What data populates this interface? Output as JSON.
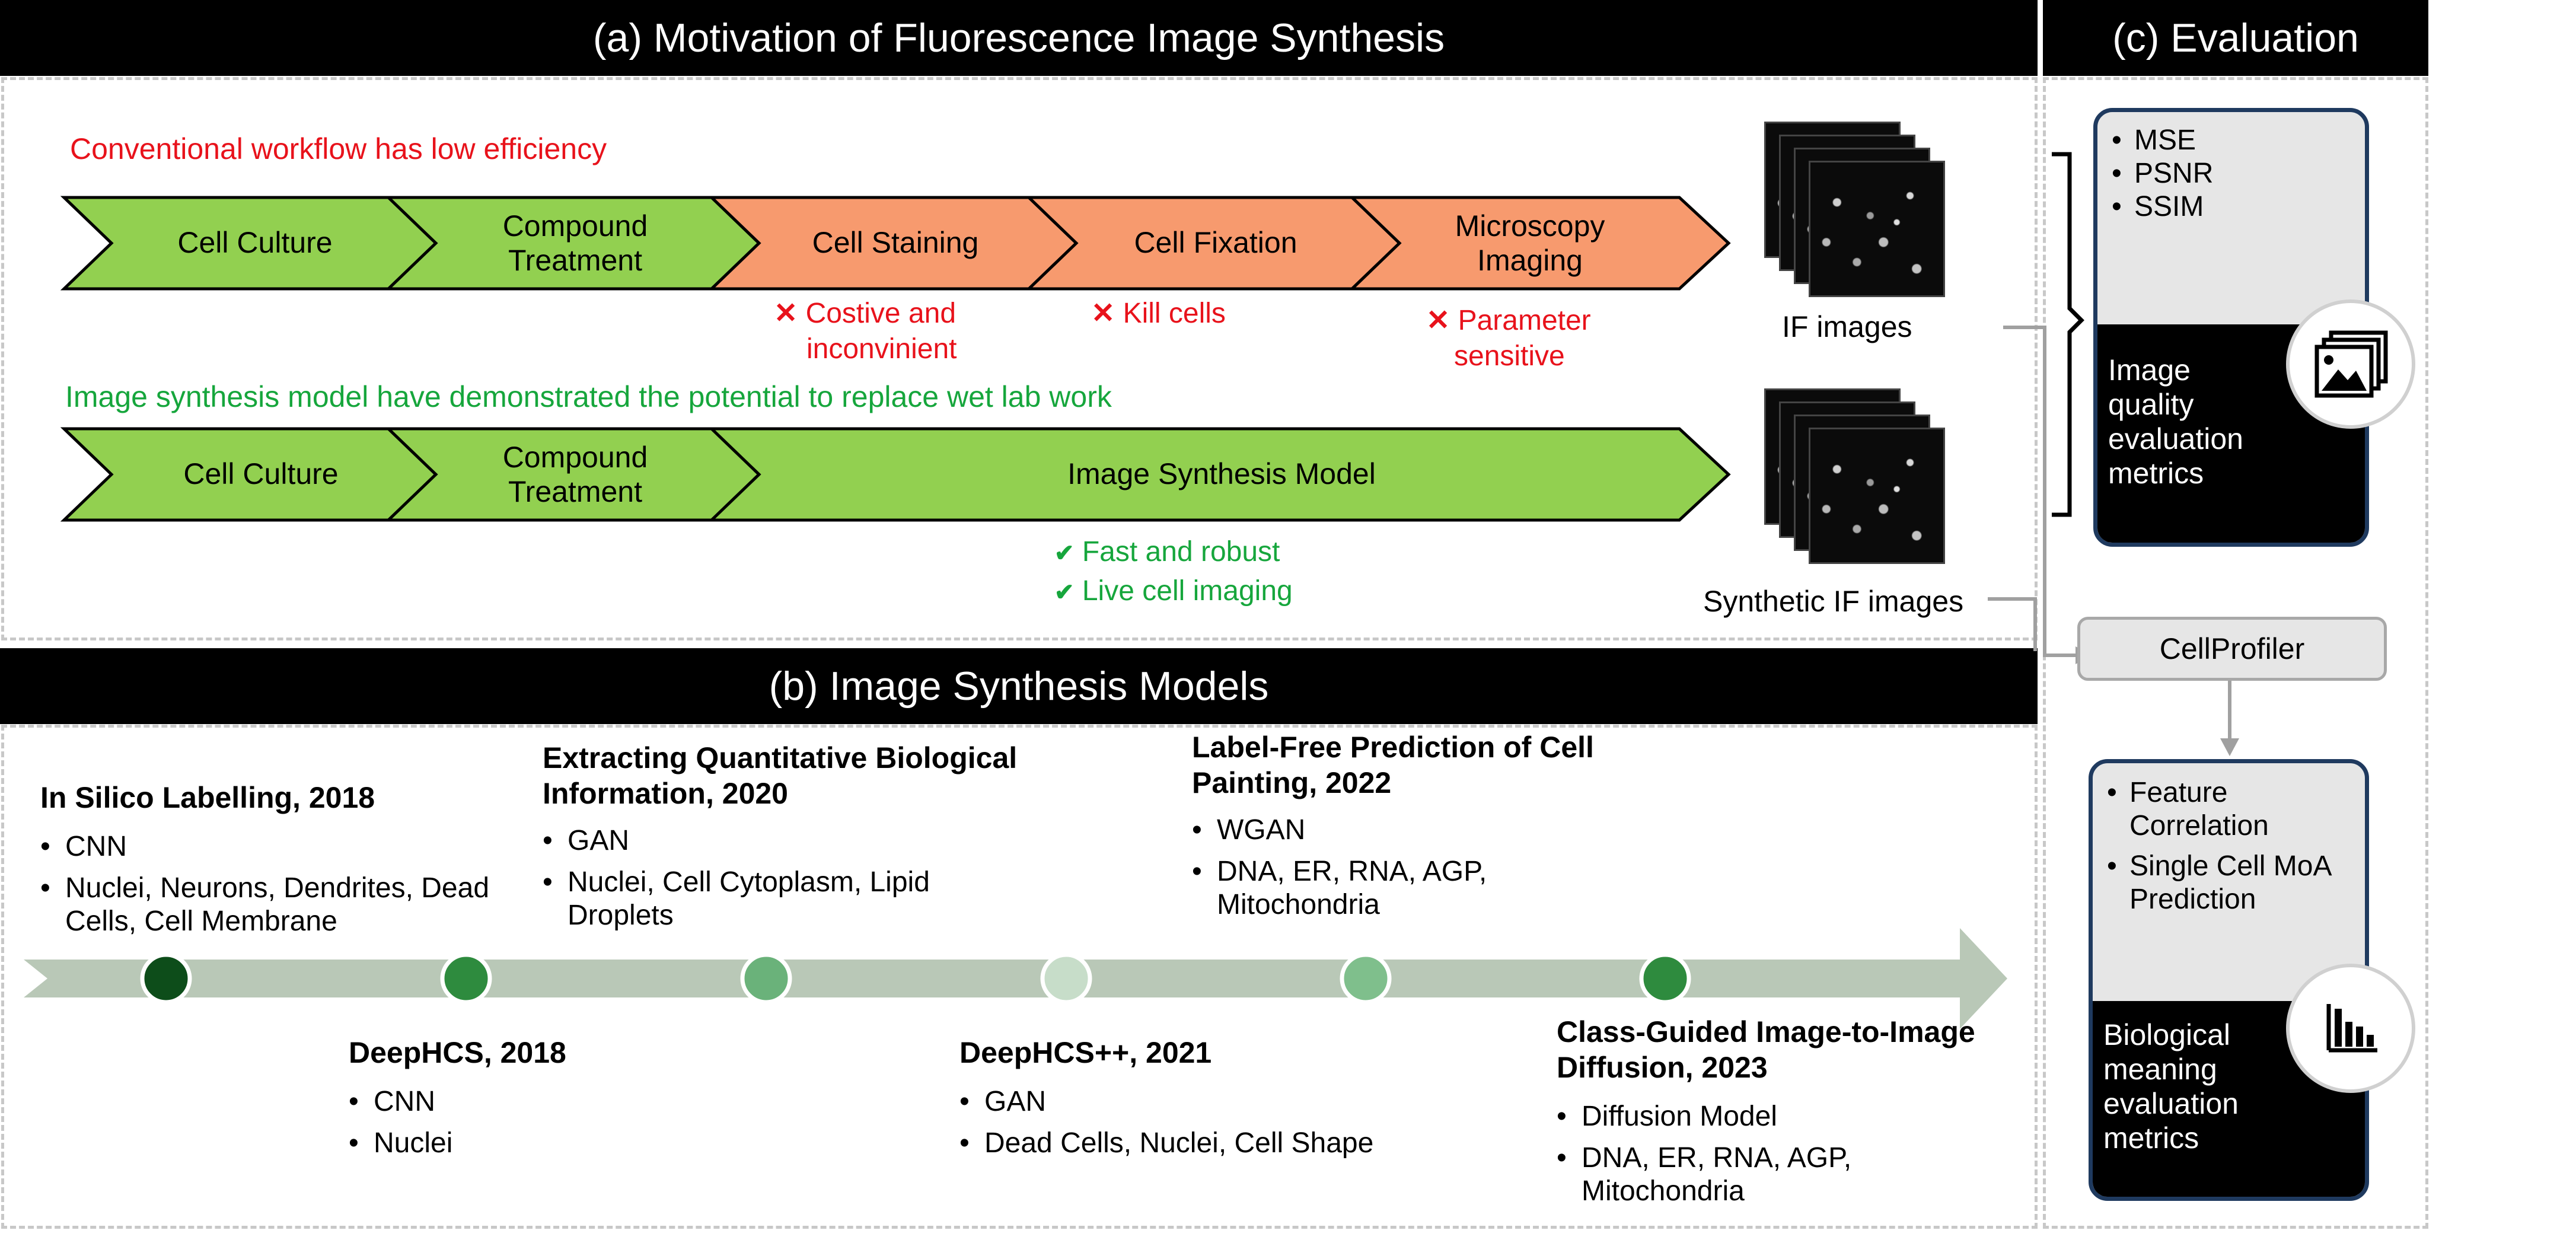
{
  "section_a": {
    "title": "(a) Motivation of Fluorescence Image Synthesis",
    "conventional_label": "Conventional workflow has low efficiency",
    "conventional_steps": [
      "Cell Culture",
      "Compound Treatment",
      "Cell Staining",
      "Cell Fixation",
      "Microscopy Imaging"
    ],
    "cons": [
      {
        "line1": "Costive and",
        "line2": "inconvinient"
      },
      {
        "line1": "Kill cells",
        "line2": ""
      },
      {
        "line1": "Parameter",
        "line2": "sensitive"
      }
    ],
    "synthesis_label": "Image synthesis model have demonstrated the potential to replace wet lab work",
    "synthesis_steps": [
      "Cell Culture",
      "Compound Treatment",
      "Image Synthesis Model"
    ],
    "pros": [
      "Fast and robust",
      "Live cell imaging"
    ],
    "if_images_label": "IF images",
    "synthetic_label": "Synthetic IF images",
    "colors": {
      "green_step": "#92d050",
      "orange_step": "#f79a6e",
      "red_text": "#e8121b",
      "green_text": "#16a63c"
    }
  },
  "section_b": {
    "title": "(b) Image Synthesis Models",
    "models_top": [
      {
        "title": "In Silico Labelling, 2018",
        "items": [
          "CNN",
          "Nuclei, Neurons, Dendrites, Dead Cells, Cell Membrane"
        ]
      },
      {
        "title": "Extracting Quantitative Biological Information, 2020",
        "items": [
          "GAN",
          "Nuclei, Cell Cytoplasm, Lipid Droplets"
        ]
      },
      {
        "title": "Label-Free Prediction of Cell Painting, 2022",
        "items": [
          "WGAN",
          "DNA, ER, RNA, AGP, Mitochondria"
        ]
      }
    ],
    "models_bottom": [
      {
        "title": "DeepHCS, 2018",
        "items": [
          "CNN",
          "Nuclei"
        ]
      },
      {
        "title": "DeepHCS++, 2021",
        "items": [
          "GAN",
          "Dead Cells, Nuclei, Cell Shape"
        ]
      },
      {
        "title": "Class-Guided Image-to-Image Diffusion, 2023",
        "items": [
          "Diffusion Model",
          "DNA, ER, RNA, AGP, Mitochondria"
        ]
      }
    ],
    "timeline_colors": [
      "#0d4d1a",
      "#2e8b3e",
      "#6ab27a",
      "#c7ddc9",
      "#7fbf8c",
      "#2e8b3e"
    ],
    "arrow_color": "#b9c8b7"
  },
  "section_c": {
    "title": "(c) Evaluation",
    "image_metrics": [
      "MSE",
      "PSNR",
      "SSIM"
    ],
    "image_metrics_caption": "Image quality evaluation metrics",
    "cellprofiler_label": "CellProfiler",
    "bio_metrics": [
      "Feature Correlation",
      "Single Cell MoA Prediction"
    ],
    "bio_metrics_caption": "Biological meaning evaluation metrics",
    "icons": [
      "image-gallery-icon",
      "bar-chart-icon"
    ]
  }
}
